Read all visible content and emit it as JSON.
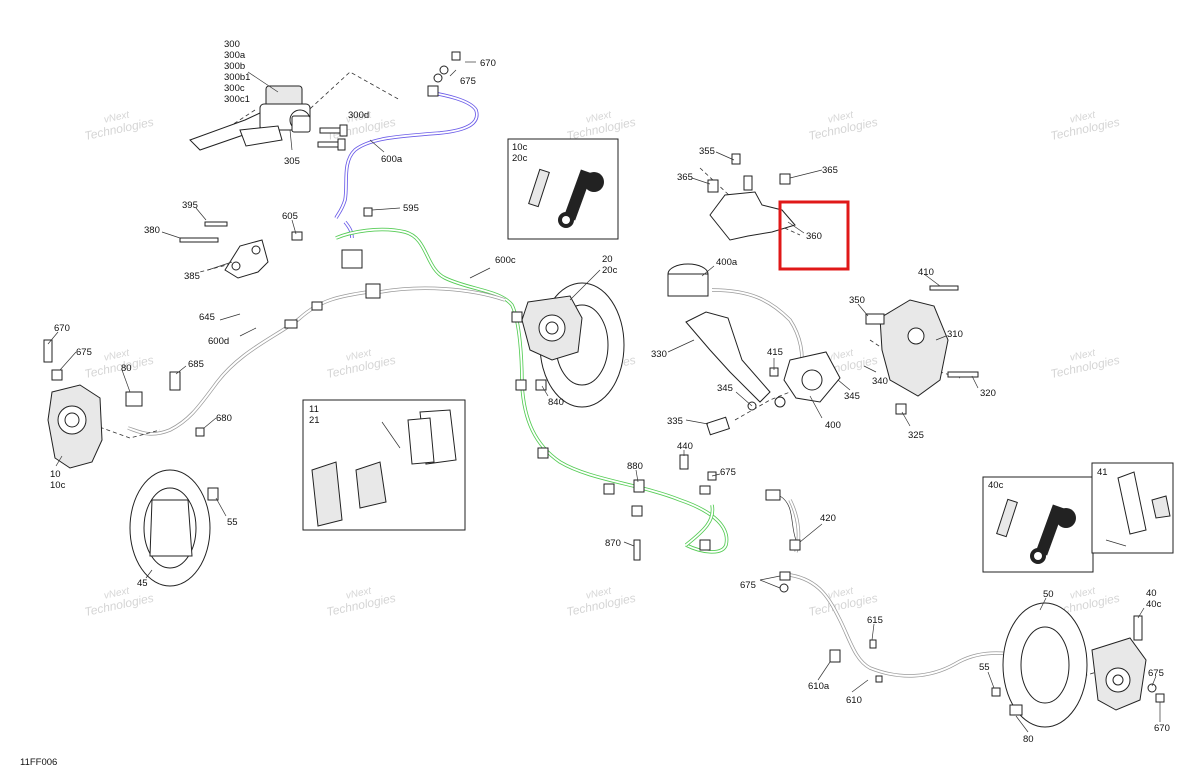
{
  "diagram": {
    "code": "11FF006",
    "watermark": {
      "line1": "vNext",
      "line2": "Technologies"
    },
    "labels": {
      "p300": "300",
      "p300a": "300a",
      "p300b": "300b",
      "p300b1": "300b1",
      "p300c": "300c",
      "p300c1": "300c1",
      "p300d": "300d",
      "p305": "305",
      "p600a": "600a",
      "p670_top": "670",
      "p675_top": "675",
      "p395": "395",
      "p380": "380",
      "p385": "385",
      "p605": "605",
      "p595": "595",
      "p600c": "600c",
      "p20": "20",
      "p20c": "20c",
      "p645": "645",
      "p600d": "600d",
      "p670_left": "670",
      "p675_left": "675",
      "p80_left": "80",
      "p685": "685",
      "p680": "680",
      "p10": "10",
      "p10c": "10c",
      "p55_left": "55",
      "p45": "45",
      "p840": "840",
      "p880": "880",
      "p870": "870",
      "p440": "440",
      "p675_mid": "675",
      "p355": "355",
      "p365_left": "365",
      "p365_right": "365",
      "p360": "360",
      "p400a": "400a",
      "p410": "410",
      "p350": "350",
      "p310": "310",
      "p330": "330",
      "p415": "415",
      "p340": "340",
      "p345_a": "345",
      "p345_b": "345",
      "p320": "320",
      "p335": "335",
      "p400": "400",
      "p325": "325",
      "p420": "420",
      "p675_lower": "675",
      "p615": "615",
      "p610a": "610a",
      "p610": "610",
      "p50": "50",
      "p40": "40",
      "p40c": "40c",
      "p55_right": "55",
      "p675_right": "675",
      "p670_right": "670",
      "p80_right": "80"
    },
    "insets": {
      "bleeder_kit": {
        "line1": "10c",
        "line2": "20c"
      },
      "pads_front": {
        "line1": "11",
        "line2": "21"
      },
      "bleeder_kit_rear": {
        "line1": "40c"
      },
      "pads_rear": {
        "line1": "41"
      }
    },
    "highlight": {
      "color": "#e01818",
      "target": "360"
    },
    "line_colors": {
      "front_left_hose": "#6b5ce8",
      "front_right_hose": "#55cc55",
      "rear_lines": "#9a9a9a"
    }
  }
}
